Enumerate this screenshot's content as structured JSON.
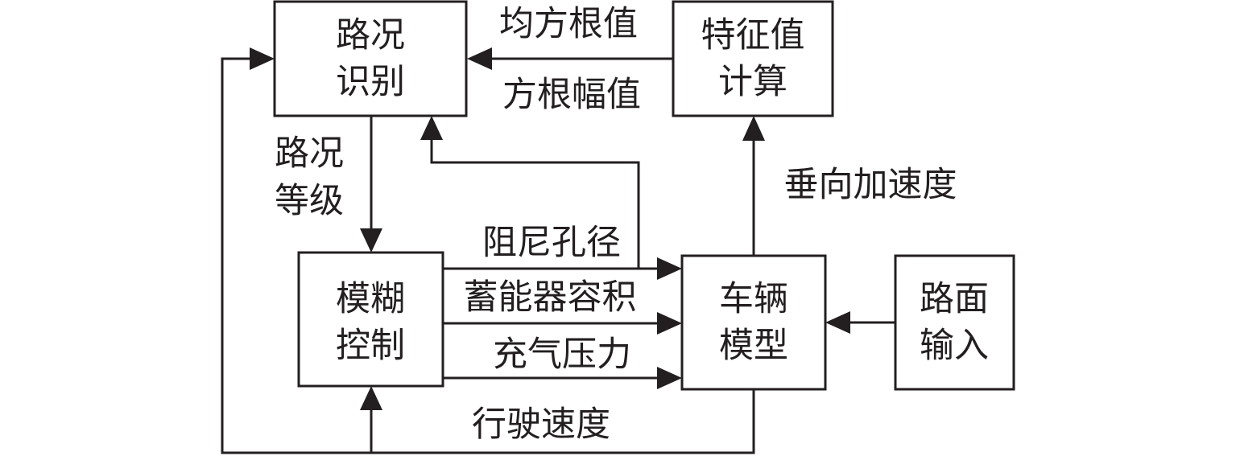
{
  "nodes": {
    "road_condition_recognition": [
      "路况",
      "识别"
    ],
    "feature_value_calculation": [
      "特征值",
      "计算"
    ],
    "fuzzy_control": [
      "模糊",
      "控制"
    ],
    "vehicle_model": [
      "车辆",
      "模型"
    ],
    "road_input": [
      "路面",
      "输入"
    ]
  },
  "edges": {
    "rms_value": "均方根值",
    "root_amplitude_value": "方根幅值",
    "road_condition_level": [
      "路况",
      "等级"
    ],
    "vertical_acceleration": "垂向加速度",
    "damping_orifice_diameter": "阻尼孔径",
    "accumulator_volume": "蓄能器容积",
    "inflation_pressure": "充气压力",
    "driving_speed": "行驶速度"
  }
}
